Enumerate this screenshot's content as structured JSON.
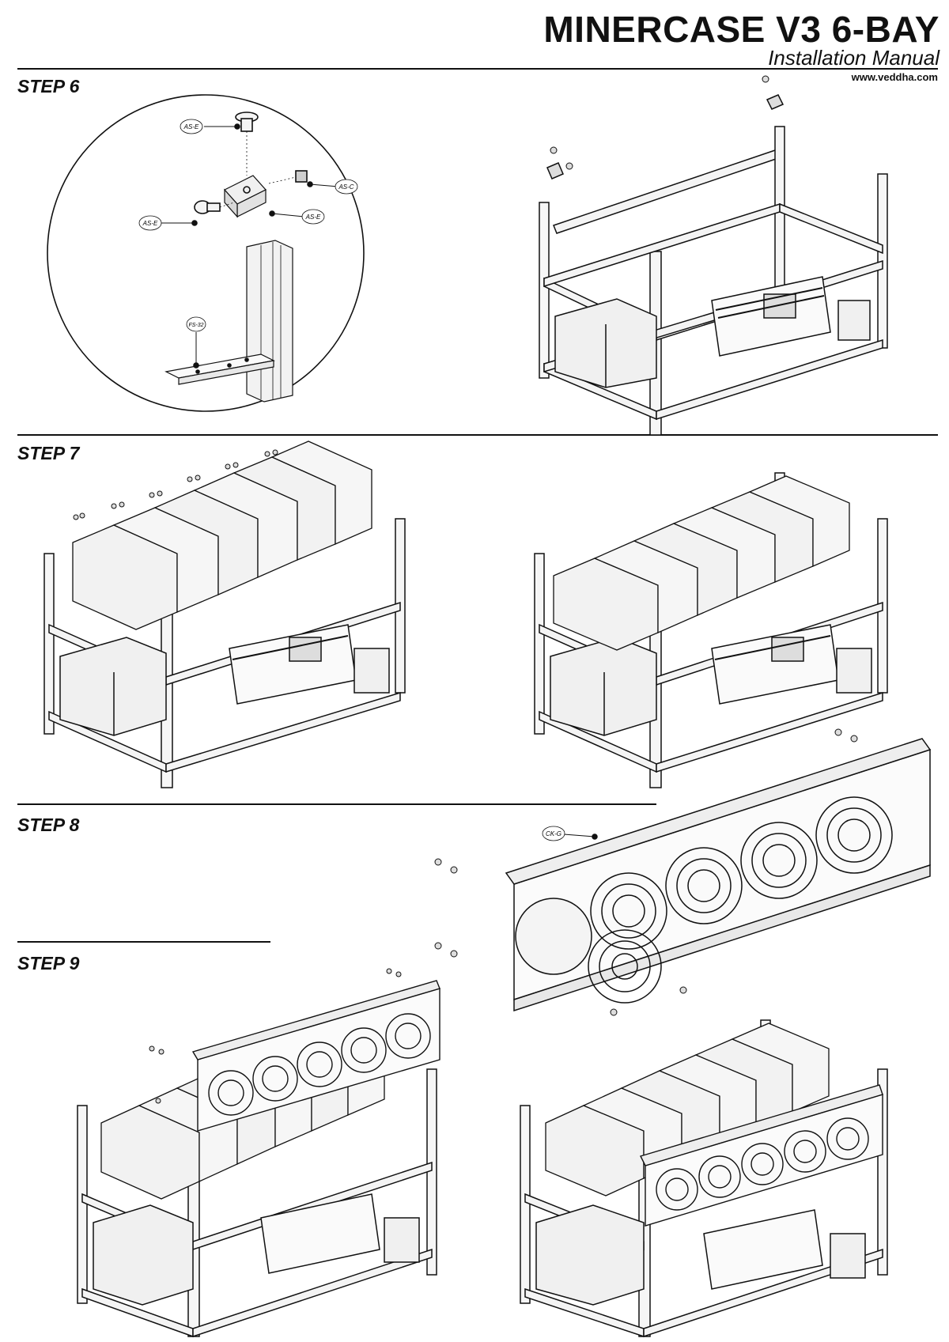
{
  "header": {
    "title": "MINERCASE V3 6-BAY",
    "subtitle": "Installation Manual",
    "website": "www.veddha.com"
  },
  "steps": [
    {
      "label": "STEP 6"
    },
    {
      "label": "STEP 7"
    },
    {
      "label": "STEP 8"
    },
    {
      "label": "STEP 9"
    }
  ],
  "callouts": {
    "as_e_top": "AS-E",
    "as_c": "AS-C",
    "as_e_left": "AS-E",
    "as_e_right": "AS-E",
    "fs_32": "FS-32",
    "ck_g": "CK-G"
  }
}
